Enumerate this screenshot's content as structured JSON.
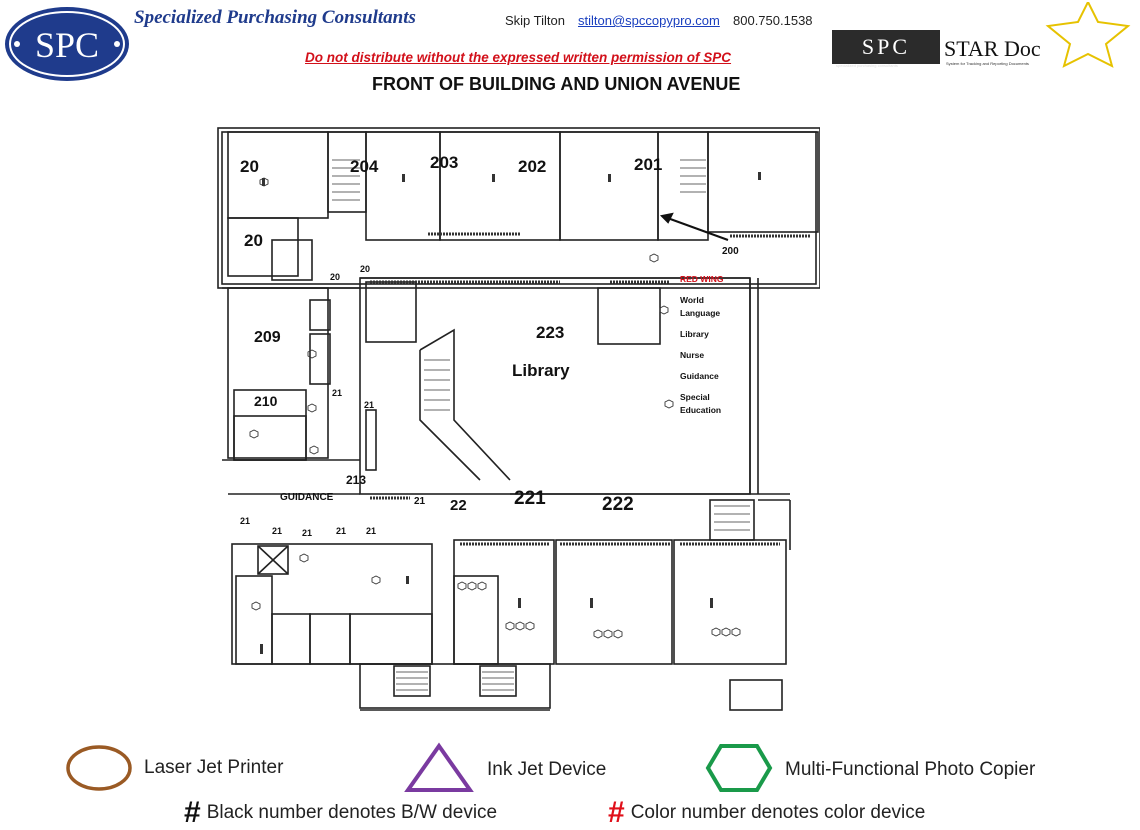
{
  "header": {
    "logo_text": "SPC",
    "company": "Specialized Purchasing Consultants",
    "contact_name": "Skip Tilton",
    "email": "stilton@spccopypro.com",
    "phone": "800.750.1538",
    "warning": "Do not distribute without the expressed written permission of SPC",
    "stardoc_logo": "SPC",
    "stardoc_title": "STAR Doc",
    "stardoc_subtitle_left": "specialized purchasing consultants",
    "stardoc_subtitle_right": "System for Tracking and Reporting Documents"
  },
  "title": "FRONT OF BUILDING AND UNION AVENUE",
  "rooms": {
    "r20a": "20",
    "r204": "204",
    "r203": "203",
    "r202": "202",
    "r201": "201",
    "r20b": "20",
    "r200": "200",
    "r20c": "20",
    "r20d": "20",
    "r209": "209",
    "r223": "223",
    "library": "Library",
    "r210": "210",
    "r21a": "21",
    "r21b": "21",
    "r213": "213",
    "guidance": "GUIDANCE",
    "r21c": "21",
    "r22": "22",
    "r221": "221",
    "r222": "222",
    "r21d": "21",
    "r21e": "21",
    "r21f": "21",
    "r21g": "21",
    "r21h": "21"
  },
  "red_wing": {
    "title": "RED WING",
    "items": [
      "World",
      "Language",
      "Library",
      "Nurse",
      "Guidance",
      "Special",
      "Education"
    ]
  },
  "legend": {
    "laser": "Laser Jet Printer",
    "inkjet": "Ink Jet Device",
    "copier": "Multi-Functional Photo Copier",
    "hash_symbol": "#",
    "bw_note": "Black number denotes B/W device",
    "color_note": "Color number denotes color device",
    "colors": {
      "laser": "#9a5a24",
      "inkjet": "#7a3aa0",
      "copier": "#1a9a4a",
      "color_number": "#e0101a"
    }
  }
}
